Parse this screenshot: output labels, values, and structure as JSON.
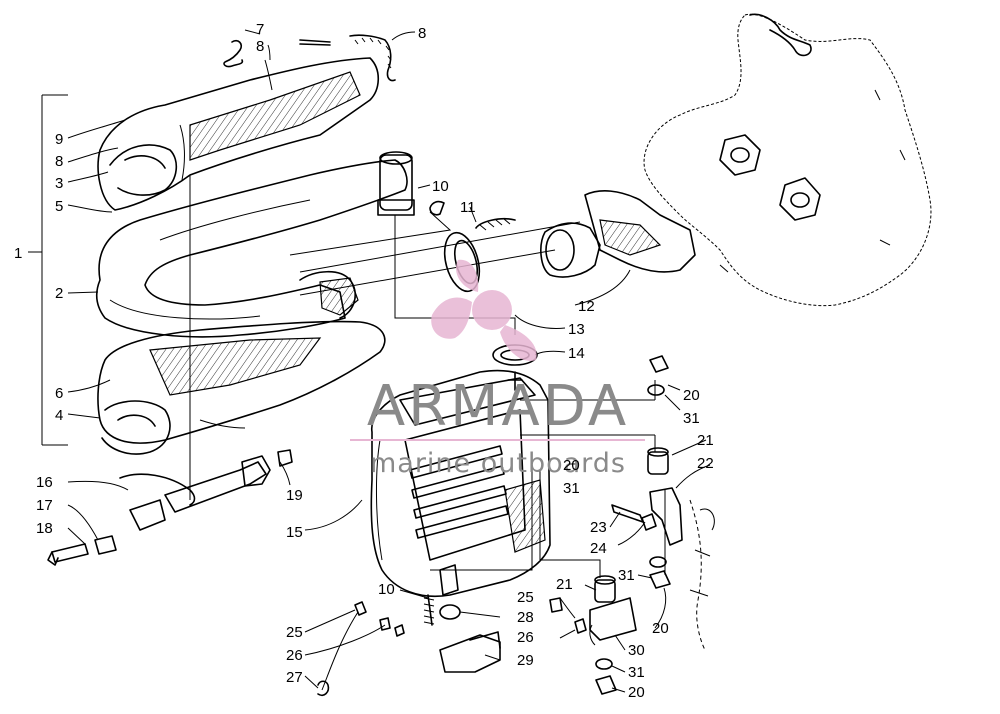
{
  "watermark": {
    "brand": "ARMADA",
    "tagline": "marine outboards",
    "colors": {
      "logo_pink": "#e7b6d3",
      "text_grey": "#8a8a8a"
    }
  },
  "callouts": [
    {
      "id": "c1",
      "text": "1"
    },
    {
      "id": "c2",
      "text": "2"
    },
    {
      "id": "c3",
      "text": "3"
    },
    {
      "id": "c4",
      "text": "4"
    },
    {
      "id": "c5",
      "text": "5"
    },
    {
      "id": "c6",
      "text": "6"
    },
    {
      "id": "c7",
      "text": "7"
    },
    {
      "id": "c8a",
      "text": "8"
    },
    {
      "id": "c8b",
      "text": "8"
    },
    {
      "id": "c8c",
      "text": "8"
    },
    {
      "id": "c9",
      "text": "9"
    },
    {
      "id": "c10a",
      "text": "10"
    },
    {
      "id": "c10b",
      "text": "10"
    },
    {
      "id": "c11",
      "text": "11"
    },
    {
      "id": "c12",
      "text": "12"
    },
    {
      "id": "c13",
      "text": "13"
    },
    {
      "id": "c14",
      "text": "14"
    },
    {
      "id": "c15",
      "text": "15"
    },
    {
      "id": "c16",
      "text": "16"
    },
    {
      "id": "c17",
      "text": "17"
    },
    {
      "id": "c18",
      "text": "18"
    },
    {
      "id": "c19",
      "text": "19"
    },
    {
      "id": "c20a",
      "text": "20"
    },
    {
      "id": "c20b",
      "text": "20"
    },
    {
      "id": "c20c",
      "text": "20"
    },
    {
      "id": "c20d",
      "text": "20"
    },
    {
      "id": "c21a",
      "text": "21"
    },
    {
      "id": "c21b",
      "text": "21"
    },
    {
      "id": "c22",
      "text": "22"
    },
    {
      "id": "c23",
      "text": "23"
    },
    {
      "id": "c24",
      "text": "24"
    },
    {
      "id": "c25a",
      "text": "25"
    },
    {
      "id": "c25b",
      "text": "25"
    },
    {
      "id": "c26a",
      "text": "26"
    },
    {
      "id": "c26b",
      "text": "26"
    },
    {
      "id": "c27",
      "text": "27"
    },
    {
      "id": "c28",
      "text": "28"
    },
    {
      "id": "c29",
      "text": "29"
    },
    {
      "id": "c30",
      "text": "30"
    },
    {
      "id": "c31a",
      "text": "31"
    },
    {
      "id": "c31b",
      "text": "31"
    },
    {
      "id": "c31c",
      "text": "31"
    },
    {
      "id": "c31d",
      "text": "31"
    }
  ]
}
